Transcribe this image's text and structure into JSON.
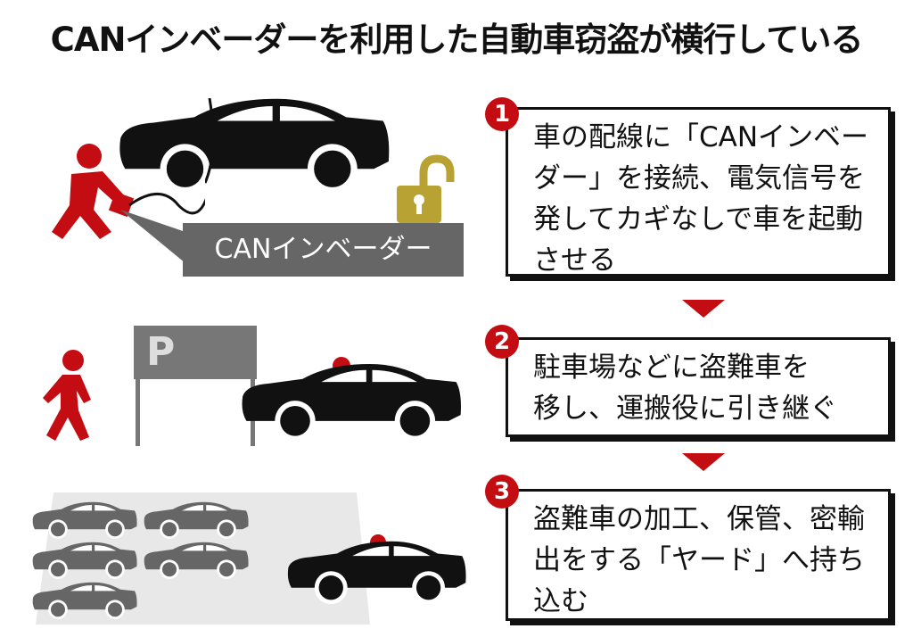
{
  "title": "CANインベーダーを利用した自動車窃盗が横行している",
  "illustration": {
    "device_label": "CANインベーダー",
    "parking_sign": "P"
  },
  "steps": [
    {
      "number": "1",
      "lines": [
        "車の配線に「CANインベー",
        "ダー」を接続、電気信号を",
        "発してカギなしで車を起動",
        "させる"
      ]
    },
    {
      "number": "2",
      "lines": [
        "駐車場などに盗難車を",
        "移し、運搬役に引き継ぐ"
      ]
    },
    {
      "number": "3",
      "lines": [
        "盗難車の加工、保管、密輸",
        "出をする「ヤード」へ持ち",
        "込む"
      ]
    }
  ],
  "colors": {
    "accent": "#c40d12",
    "lock": "#b9a234",
    "label_bg": "#666666",
    "dark": "#111111"
  }
}
